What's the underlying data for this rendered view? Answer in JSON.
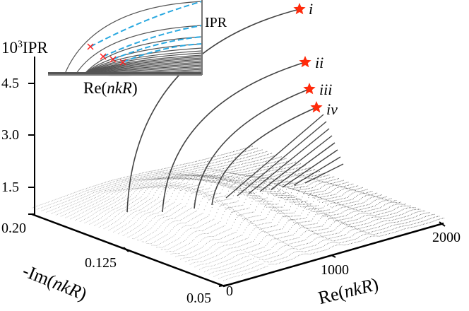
{
  "chart_data": {
    "type": "scatter",
    "subtype": "3d-surface-scatter",
    "title": "",
    "x_axis": {
      "label": "Re(nkR)",
      "range": [
        0,
        2000
      ],
      "ticks": [
        "0",
        "1000",
        "2000"
      ]
    },
    "y_axis": {
      "label": "-Im(nkR)",
      "range": [
        0.05,
        0.2
      ],
      "ticks": [
        "0.05",
        "0.125",
        "0.20"
      ]
    },
    "z_axis": {
      "label": "10^3 IPR",
      "label_prefix": "10",
      "label_exp": "3",
      "label_suffix": "IPR",
      "range": [
        0,
        5.5
      ],
      "ticks": [
        "1.5",
        "3.0",
        "4.5"
      ]
    },
    "branches": [
      {
        "id": "i",
        "marker": "star",
        "color": "#ff2a0a",
        "end_z_approx": 5.9
      },
      {
        "id": "ii",
        "marker": "star",
        "color": "#ff2a0a",
        "end_z_approx": 4.6
      },
      {
        "id": "iii",
        "marker": "star",
        "color": "#ff2a0a",
        "end_z_approx": 4.1
      },
      {
        "id": "iv",
        "marker": "star",
        "color": "#ff2a0a",
        "end_z_approx": 3.8
      }
    ],
    "point_color": "#4a4a4a",
    "inset": {
      "type": "line",
      "xlabel": "Re(nkR)",
      "ylabel": "IPR",
      "highlight_color": "#29a8e0",
      "base_color": "#555555",
      "cross_markers": 4,
      "cross_color": "#ff2020"
    }
  },
  "labels": {
    "z_prefix": "10",
    "z_exp": "3",
    "z_suffix": "IPR",
    "z_ticks": [
      "4.5",
      "3.0",
      "1.5"
    ],
    "y_ticks": [
      "0.20",
      "0.125",
      "0.05"
    ],
    "x_ticks": [
      "0",
      "1000",
      "2000"
    ],
    "y_title_a": "-Im(",
    "y_title_b": "nkR",
    "y_title_c": ")",
    "x_title_a": "Re(",
    "x_title_b": "nkR",
    "x_title_c": ")",
    "inset_x_a": "Re(",
    "inset_x_b": "nkR",
    "inset_x_c": ")",
    "inset_y": "IPR",
    "stars": [
      "i",
      "ii",
      "iii",
      "iv"
    ]
  }
}
